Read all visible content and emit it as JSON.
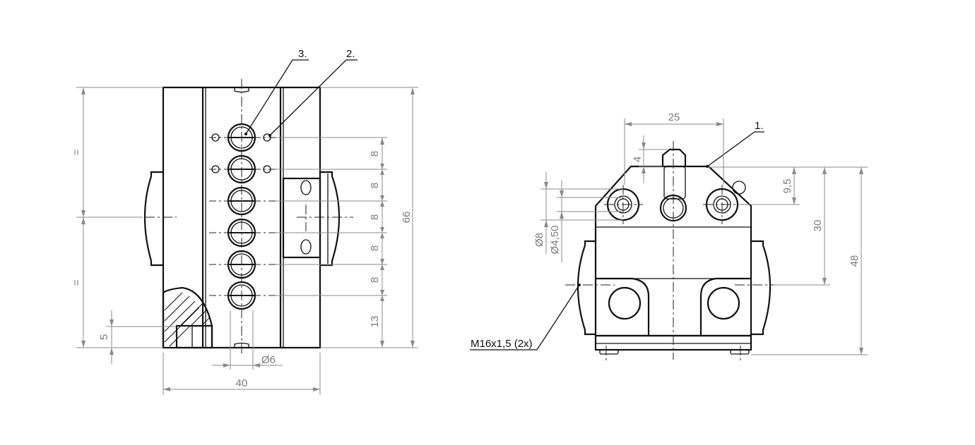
{
  "callouts": {
    "c1": "1.",
    "c2": "2.",
    "c3": "3."
  },
  "left_view": {
    "equal_top": "=",
    "equal_bottom": "=",
    "pitch_1": "8",
    "pitch_2": "8",
    "pitch_3": "8",
    "pitch_4": "8",
    "pitch_5": "8",
    "bottom_offset": "13",
    "overall_height": "66",
    "hole_depth": "5",
    "width": "40",
    "diameter": "Ø6"
  },
  "right_view": {
    "top_width": "25",
    "pin_height": "4",
    "offset_9_5": "9,5",
    "height_30": "30",
    "height_48": "48",
    "dia_8": "Ø8",
    "dia_4_50": "Ø4,50",
    "thread": "M16x1,5 (2x)"
  }
}
